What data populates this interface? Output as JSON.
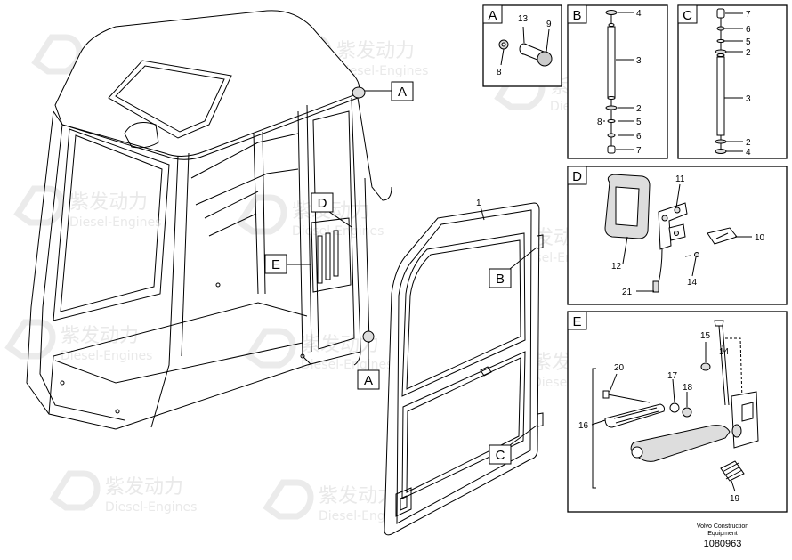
{
  "callouts": {
    "a_top": "A",
    "a_bottom": "A",
    "b_door": "B",
    "c_door": "C",
    "d_cab": "D",
    "e_cab": "E",
    "door_part": "1"
  },
  "detail_a": {
    "letter": "A",
    "numbers": {
      "n13": "13",
      "n9": "9",
      "n8": "8"
    }
  },
  "detail_b": {
    "letter": "B",
    "numbers": {
      "n4": "4",
      "n3": "3",
      "n2": "2",
      "n8": "8",
      "n5": "5",
      "n6": "6",
      "n7": "7"
    }
  },
  "detail_c": {
    "letter": "C",
    "numbers": {
      "n7": "7",
      "n6": "6",
      "n5": "5",
      "n2a": "2",
      "n3": "3",
      "n2b": "2",
      "n4": "4"
    }
  },
  "detail_d": {
    "letter": "D",
    "numbers": {
      "n11": "11",
      "n10": "10",
      "n12": "12",
      "n14": "14",
      "n21": "21"
    }
  },
  "detail_e": {
    "letter": "E",
    "numbers": {
      "n15": "15",
      "n14": "14",
      "n20": "20",
      "n17": "17",
      "n18": "18",
      "n16": "16",
      "n19": "19"
    }
  },
  "footer": {
    "brand_line1": "Volvo Construction",
    "brand_line2": "Equipment",
    "drawing_number": "1080963"
  },
  "watermark": {
    "chinese": "紫发动力",
    "latin": "Diesel-Engines"
  },
  "colors": {
    "line": "#000000",
    "watermark": "#e6e6e6",
    "background": "#ffffff"
  }
}
